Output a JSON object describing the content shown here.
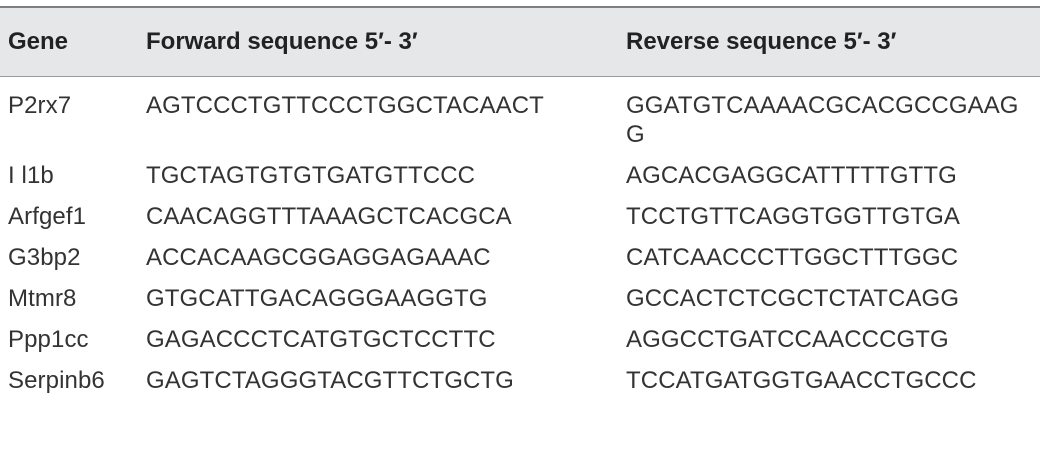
{
  "table": {
    "headers": {
      "gene": "Gene",
      "forward": "Forward sequence 5′- 3′",
      "reverse": "Reverse sequence 5′- 3′"
    },
    "rows": [
      {
        "gene": "P2rx7",
        "forward": "AGTCCCTGTTCCCTGGCTACAACT",
        "reverse": "GGATGTCAAAACGCACGCCGAAGG"
      },
      {
        "gene": "I l1b",
        "forward": "TGCTAGTGTGTGATGTTCCC",
        "reverse": "AGCACGAGGCATTTTTGTTG"
      },
      {
        "gene": "Arfgef1",
        "forward": "CAACAGGTTTAAAGCTCACGCA",
        "reverse": "TCCTGTTCAGGTGGTTGTGA"
      },
      {
        "gene": "G3bp2",
        "forward": "ACCACAAGCGGAGGAGAAAC",
        "reverse": "CATCAACCCTTGGCTTTGGC"
      },
      {
        "gene": "Mtmr8",
        "forward": "GTGCATTGACAGGGAAGGTG",
        "reverse": "GCCACTCTCGCTCTATCAGG"
      },
      {
        "gene": "Ppp1cc",
        "forward": "GAGACCCTCATGTGCTCCTTC",
        "reverse": "AGGCCTGATCCAACCCGTG"
      },
      {
        "gene": "Serpinb6",
        "forward": "GAGTCTAGGGTACGTTCTGCTG",
        "reverse": "TCCATGATGGTGAACCTGCCC"
      }
    ]
  }
}
